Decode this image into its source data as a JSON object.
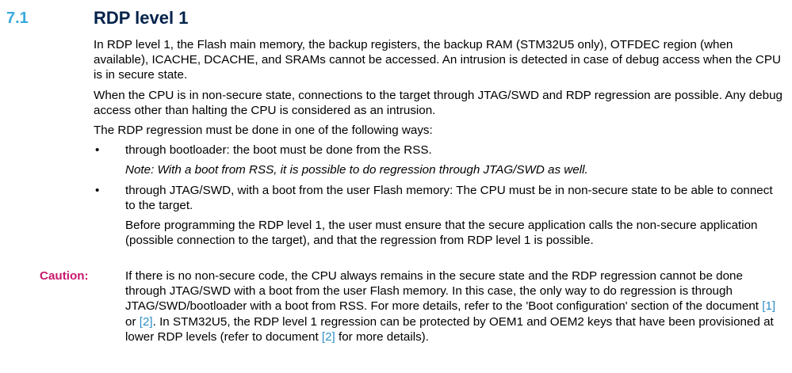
{
  "section": {
    "number": "7.1",
    "title": "RDP level 1"
  },
  "paragraphs": {
    "p1": "In RDP level 1, the Flash main memory, the backup registers, the backup RAM (STM32U5 only), OTFDEC region (when available), ICACHE, DCACHE, and SRAMs cannot be accessed. An intrusion is detected in case of debug access when the CPU is in secure state.",
    "p2": "When the CPU is in non-secure state, connections to the target through JTAG/SWD and RDP regression are possible. Any debug access other than halting the CPU is considered as an intrusion.",
    "p3": "The RDP regression must be done in one of the following ways:"
  },
  "bullets": {
    "symbol": "•",
    "item1": "through bootloader: the boot must be done from the RSS.",
    "note1": "Note: With a boot from RSS, it is possible to do regression through JTAG/SWD as well.",
    "item2": "through JTAG/SWD, with a boot from the user Flash memory: The CPU must be in non-secure state to be able to connect to the target.",
    "item2_para": "Before programming the RDP level 1, the user must ensure that the secure application calls the non-secure application (possible connection to the target), and that the regression from RDP level 1 is possible."
  },
  "caution": {
    "label": "Caution:",
    "text_a": "If there is no non-secure code, the CPU always remains in the secure state and the RDP regression cannot be done through JTAG/SWD with a boot from the user Flash memory. In this case, the only way to do regression is through JTAG/SWD/bootloader with a boot from RSS. For more details, refer to the 'Boot configuration' section of the document ",
    "ref1": "[1]",
    "text_b": " or ",
    "ref2": "[2]",
    "text_c": ". In STM32U5, the RDP level 1 regression can be protected by OEM1 and OEM2 keys that have been provisioned at lower RDP levels (refer to document ",
    "ref3": "[2]",
    "text_d": " for more details)."
  },
  "colors": {
    "section_number": "#3aa9dd",
    "title": "#03234b",
    "caution_label": "#c9186d",
    "link": "#2f8fc6"
  }
}
